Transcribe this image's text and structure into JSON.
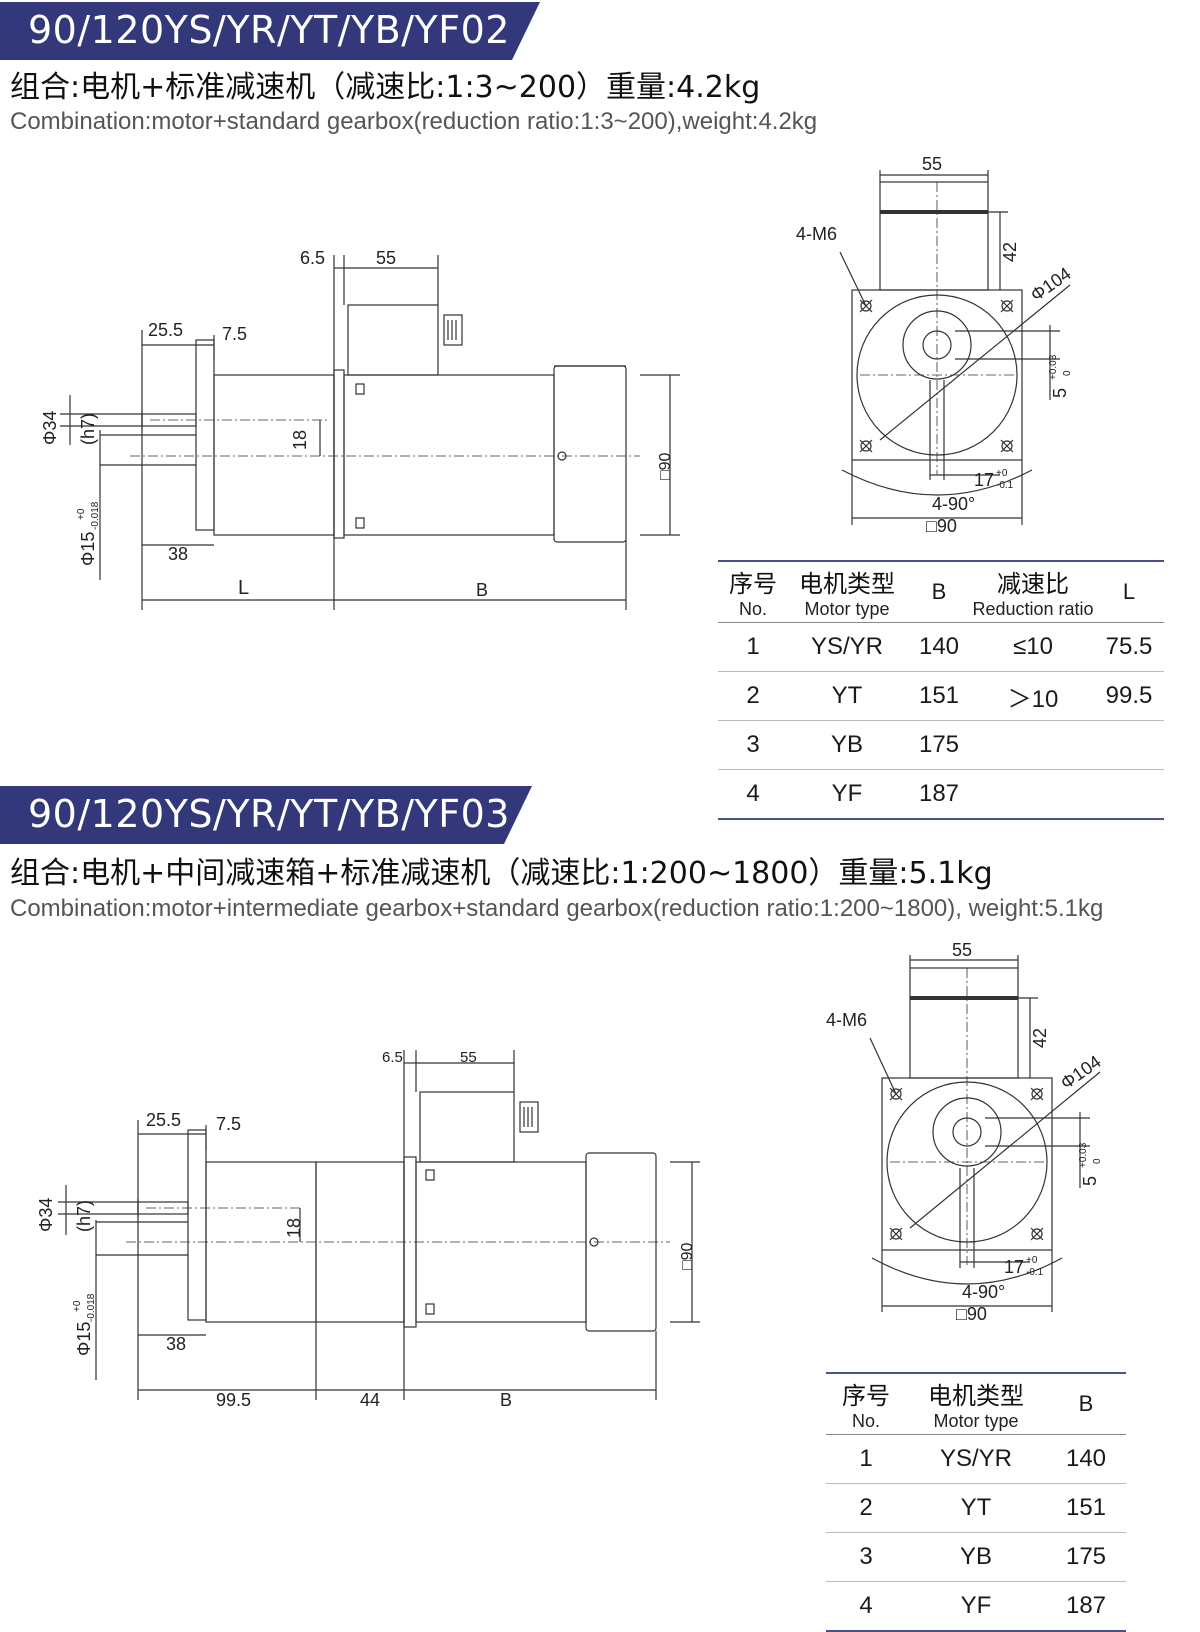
{
  "section1": {
    "title": "90/120YS/YR/YT/YB/YF02",
    "subtitle_cn": "组合:电机+标准减速机（减速比:1:3~200）重量:4.2kg",
    "subtitle_en": "Combination:motor+standard gearbox(reduction ratio:1:3~200),weight:4.2kg",
    "side_labels": {
      "d655": "6.5",
      "d55": "55",
      "d255": "25.5",
      "d75": "7.5",
      "phi34": "Φ34",
      "h7": "(h7)",
      "d18": "18",
      "phi15": "Φ15",
      "tol15_top": "+0",
      "tol15_bot": "-0.018",
      "d38": "38",
      "L": "L",
      "B": "B",
      "sq90": "□90"
    },
    "front_labels": {
      "top55": "55",
      "d42": "42",
      "m6": "4-M6",
      "phi104": "Φ104",
      "d5": "5",
      "tol5_top": "+0.03",
      "tol5_bot": "0",
      "d17": "17",
      "tol17_top": "+0",
      "tol17_bot": "-0.1",
      "ang": "4-90°",
      "sq90": "□90"
    },
    "table": {
      "headers": [
        {
          "cn": "序号",
          "en": "No."
        },
        {
          "cn": "电机类型",
          "en": "Motor type"
        },
        {
          "cn": "",
          "en": "B"
        },
        {
          "cn": "减速比",
          "en": "Reduction ratio"
        },
        {
          "cn": "",
          "en": "L"
        }
      ],
      "rows": [
        [
          "1",
          "YS/YR",
          "140",
          "≤10",
          "75.5"
        ],
        [
          "2",
          "YT",
          "151",
          "＞10",
          "99.5"
        ],
        [
          "3",
          "YB",
          "175",
          "",
          ""
        ],
        [
          "4",
          "YF",
          "187",
          "",
          ""
        ]
      ]
    }
  },
  "section2": {
    "title": "90/120YS/YR/YT/YB/YF03",
    "subtitle_cn": "组合:电机+中间减速箱+标准减速机（减速比:1:200~1800）重量:5.1kg",
    "subtitle_en": "Combination:motor+intermediate gearbox+standard gearbox(reduction ratio:1:200~1800), weight:5.1kg",
    "side_labels": {
      "d655": "6.5",
      "d55": "55",
      "d255": "25.5",
      "d75": "7.5",
      "phi34": "Φ34",
      "h7": "(h7)",
      "d18": "18",
      "phi15": "Φ15",
      "tol15_top": "+0",
      "tol15_bot": "-0.018",
      "d38": "38",
      "d995": "99.5",
      "d44": "44",
      "B": "B",
      "sq90": "□90"
    },
    "front_labels": {
      "top55": "55",
      "d42": "42",
      "m6": "4-M6",
      "phi104": "Φ104",
      "d5": "5",
      "tol5_top": "+0.03",
      "tol5_bot": "0",
      "d17": "17",
      "tol17_top": "+0",
      "tol17_bot": "-0.1",
      "ang": "4-90°",
      "sq90": "□90"
    },
    "table": {
      "headers": [
        {
          "cn": "序号",
          "en": "No."
        },
        {
          "cn": "电机类型",
          "en": "Motor type"
        },
        {
          "cn": "",
          "en": "B"
        }
      ],
      "rows": [
        [
          "1",
          "YS/YR",
          "140"
        ],
        [
          "2",
          "YT",
          "151"
        ],
        [
          "3",
          "YB",
          "175"
        ],
        [
          "4",
          "YF",
          "187"
        ]
      ]
    }
  },
  "colors": {
    "banner": "#33387a",
    "rule": "#4a4f8f",
    "line": "#333333"
  }
}
